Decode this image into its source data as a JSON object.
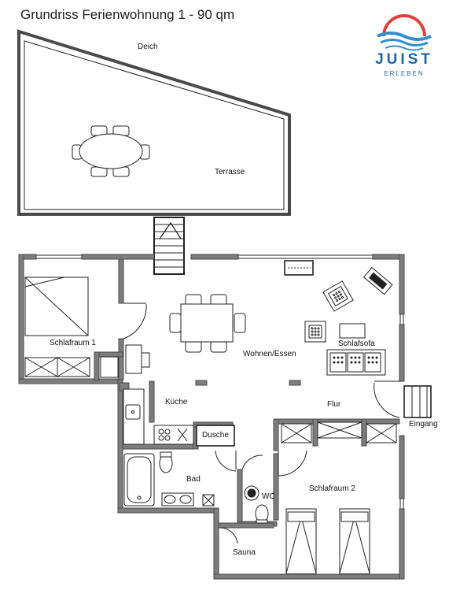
{
  "title": "Grundriss Ferienwohnung 1 - 90 qm",
  "logo": {
    "word": "JUIST",
    "sub": "ERLEBEN",
    "colors": {
      "sun": "#e0403a",
      "waves": "#2f8fd0",
      "text": "#1e64a8"
    }
  },
  "rooms": {
    "deich": "Deich",
    "terrasse": "Terrasse",
    "schlafraum1": "Schlafraum 1",
    "wohnen_essen": "Wohnen/Essen",
    "schlafsofa": "Schlafsofa",
    "kueche": "Küche",
    "flur": "Flur",
    "dusche": "Dusche",
    "eingang": "Eingang",
    "bad": "Bad",
    "wc": "WC",
    "schlafraum2": "Schlafraum 2",
    "sauna": "Sauna"
  },
  "colors": {
    "wall": "#4a4a4a",
    "wall_fill": "#7d7d7d",
    "line": "#222222",
    "window": "#444444"
  }
}
